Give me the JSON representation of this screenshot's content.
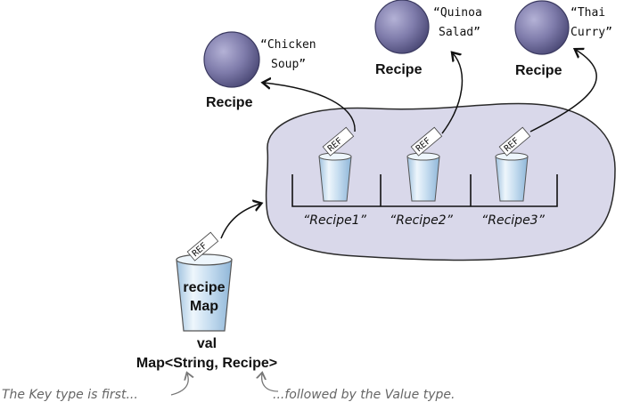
{
  "recipes": [
    {
      "name_line1": "“Chicken",
      "name_line2": "Soup”",
      "label": "Recipe"
    },
    {
      "name_line1": "“Quinoa",
      "name_line2": "Salad”",
      "label": "Recipe"
    },
    {
      "name_line1": "“Thai",
      "name_line2": "Curry”",
      "label": "Recipe"
    }
  ],
  "map_keys": [
    "“Recipe1”",
    "“Recipe2”",
    "“Recipe3”"
  ],
  "ref_label": "REF",
  "variable": {
    "name_line1": "recipe",
    "name_line2": "Map",
    "kind": "val",
    "type": "Map<String, Recipe>"
  },
  "annotations": {
    "key": "The Key type is first...",
    "value": "...followed by the Value type."
  },
  "colors": {
    "object_fill": "#8a88b4",
    "object_dark": "#4d4b78",
    "map_blob": "#d9d8ea",
    "cup_light": "#e8f2fa",
    "cup_blue": "#a9cbe6",
    "ink": "#111111",
    "annotation_ink": "#666666"
  }
}
